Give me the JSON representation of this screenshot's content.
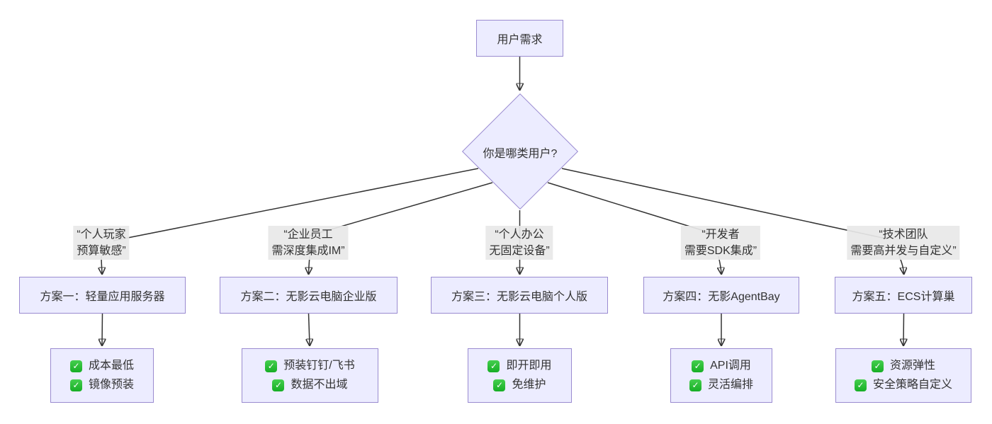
{
  "root_node": {
    "label": "用户需求"
  },
  "decision_node": {
    "label": "你是哪类用户?"
  },
  "icons": {
    "check": "✓"
  },
  "colors": {
    "node_fill": "#ECECFF",
    "node_border": "#9a8bd0",
    "edge_line": "#333333",
    "edge_label_bg": "#e8e8e8",
    "check_green": "#2bc338",
    "text": "#333333"
  },
  "branches": [
    {
      "condition": [
        "“个人玩家",
        "预算敏感”"
      ],
      "solution": "方案一：轻量应用服务器",
      "benefits": [
        "成本最低",
        "镜像预装"
      ]
    },
    {
      "condition": [
        "“企业员工",
        "需深度集成IM”"
      ],
      "solution": "方案二：无影云电脑企业版",
      "benefits": [
        "预装钉钉/飞书",
        "数据不出域"
      ]
    },
    {
      "condition": [
        "“个人办公",
        "无固定设备”"
      ],
      "solution": "方案三：无影云电脑个人版",
      "benefits": [
        "即开即用",
        "免维护"
      ]
    },
    {
      "condition": [
        "“开发者",
        "需要SDK集成”"
      ],
      "solution": "方案四：无影AgentBay",
      "benefits": [
        "API调用",
        "灵活编排"
      ]
    },
    {
      "condition": [
        "“技术团队",
        "需要高并发与自定义”"
      ],
      "solution": "方案五：ECS计算巢",
      "benefits": [
        "资源弹性",
        "安全策略自定义"
      ]
    }
  ]
}
